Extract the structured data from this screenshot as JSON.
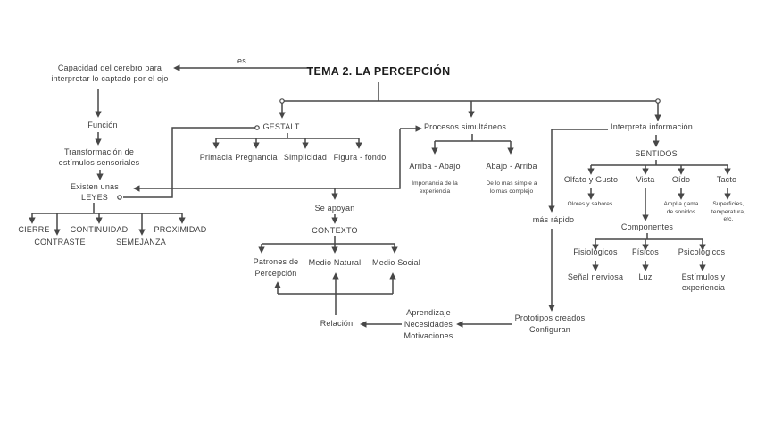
{
  "colors": {
    "background": "#ffffff",
    "text": "#3d3d3d",
    "line": "#474747",
    "title_text": "#1c1c1c"
  },
  "map": {
    "title": "TEMA 2. LA PERCEPCIÓN",
    "es_connector": "es",
    "definicion": "Capacidad del cerebro para\ninterpretar lo captado por el ojo",
    "funcion": "Función",
    "transformacion": "Transformación de\nestímulos sensoriales",
    "leyes": "Existen unas\nLEYES",
    "leyes_tipos": [
      "CIERRE",
      "CONTRASTE",
      "CONTINUIDAD",
      "SEMEJANZA",
      "PROXIMIDAD"
    ],
    "gestalt": {
      "label": "GESTALT",
      "principios": [
        "Primacia",
        "Pregnancia",
        "Simplicidad",
        "Figura - fondo"
      ]
    },
    "se_apoyan": "Se apoyan",
    "contexto": {
      "label": "CONTEXTO",
      "medios": [
        "Patrones de\nPercepción",
        "Medio Natural",
        "Medio Social"
      ]
    },
    "procesos": {
      "label": "Procesos simultáneos",
      "modos": [
        {
          "label": "Arriba - Abajo",
          "nota": "Importancia de la\nexperiencia"
        },
        {
          "label": "Abajo - Arriba",
          "nota": "De lo mas simple a\nlo mas complejo"
        }
      ]
    },
    "interpreta": "Interpreta información",
    "mas_rapido": "más rápido",
    "sentidos": {
      "label": "SENTIDOS",
      "items": [
        {
          "label": "Olfato y Gusto",
          "nota": "Olores y sabores"
        },
        {
          "label": "Vista",
          "nota": ""
        },
        {
          "label": "Oído",
          "nota": "Amplia gama\nde sonidos"
        },
        {
          "label": "Tacto",
          "nota": "Superficies,\ntemperatura,\netc."
        }
      ]
    },
    "componentes": {
      "label": "Componentes",
      "items": [
        {
          "label": "Fisiológicos",
          "nota": "Señal nerviosa"
        },
        {
          "label": "Físicos",
          "nota": "Luz"
        },
        {
          "label": "Psicológicos",
          "nota": "Estímulos y\nexperiencia"
        }
      ]
    },
    "relacion": "Relación",
    "necesidades": "Aprendizaje\nNecesidades\nMotivaciones",
    "prototipos": "Prototipos creados\nConfiguran"
  }
}
